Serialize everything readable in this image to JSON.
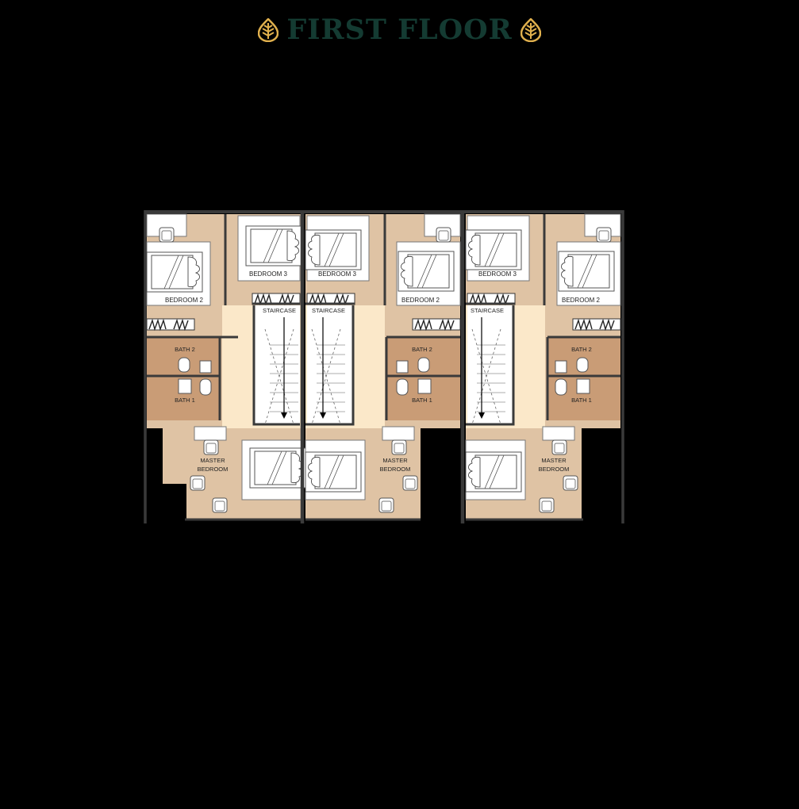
{
  "header": {
    "title": "FIRST FLOOR",
    "icon_left": "leaf-icon",
    "icon_right": "leaf-icon",
    "title_color": "#143b32",
    "accent_color": "#e0b04d"
  },
  "colors": {
    "background": "#000000",
    "bedroom_floor": "#dfc3a4",
    "bath_floor": "#c99c76",
    "hall_floor": "#fbe8c9",
    "wall": "#3a3a3a",
    "furniture": "#ffffff"
  },
  "units": [
    {
      "id": "unit-1",
      "rooms": {
        "bedroom_2": "BEDROOM 2",
        "bedroom_3": "BEDROOM 3",
        "bath_2": "BATH 2",
        "bath_1": "BATH 1",
        "staircase": "STAIRCASE",
        "master_line1": "MASTER",
        "master_line2": "BEDROOM"
      }
    },
    {
      "id": "unit-2",
      "rooms": {
        "bedroom_2": "BEDROOM 2",
        "bedroom_3": "BEDROOM 3",
        "bath_2": "BATH 2",
        "bath_1": "BATH 1",
        "staircase": "STAIRCASE",
        "master_line1": "MASTER",
        "master_line2": "BEDROOM"
      }
    },
    {
      "id": "unit-3",
      "rooms": {
        "bedroom_2": "BEDROOM 2",
        "bedroom_3": "BEDROOM 3",
        "bath_2": "BATH 2",
        "bath_1": "BATH 1",
        "staircase": "STAIRCASE",
        "master_line1": "MASTER",
        "master_line2": "BEDROOM"
      }
    }
  ]
}
